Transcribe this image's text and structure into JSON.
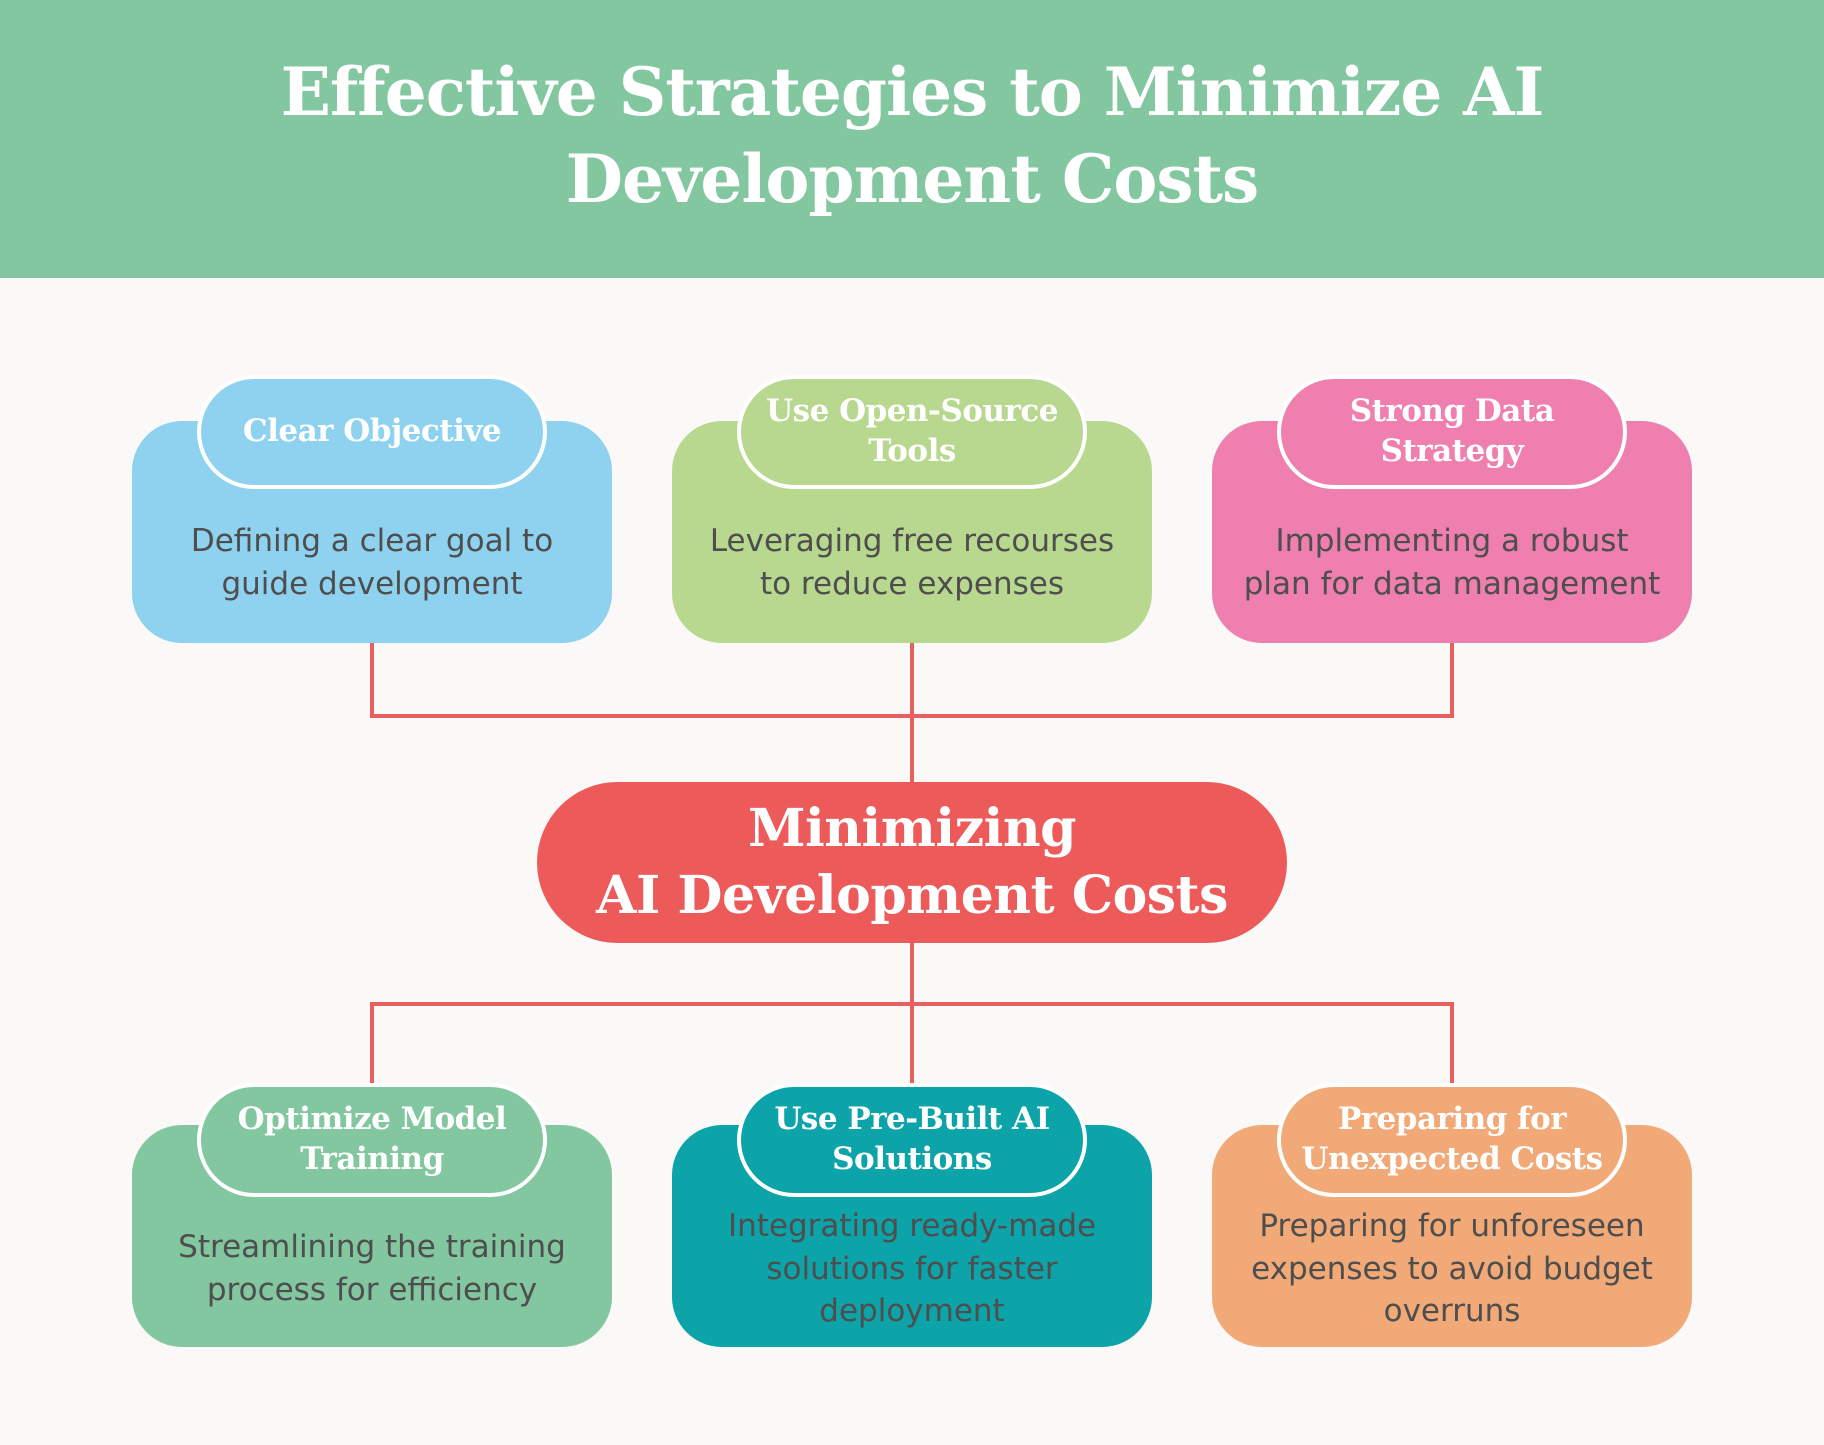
{
  "page": {
    "background": "#faf9f7",
    "desc_text_color": "#4e4e4e"
  },
  "header": {
    "band_color": "#83c7a1",
    "title_color": "#ffffff",
    "title_lines": [
      "Effective Strategies to Minimize AI",
      "Development Costs"
    ]
  },
  "connectors": {
    "color": "#e8605e"
  },
  "center_node": {
    "color": "#ed5a5a",
    "title_lines": [
      "Minimizing",
      "AI Development Costs"
    ]
  },
  "boxes": {
    "top": [
      {
        "name": "clear-objective",
        "color": "#8fd2ef",
        "title_lines": [
          "Clear Objective"
        ],
        "desc_lines": [
          "Defining a clear goal to",
          "guide development"
        ]
      },
      {
        "name": "use-open-source-tools",
        "color": "#b7d88e",
        "title_lines": [
          "Use Open-Source",
          "Tools"
        ],
        "desc_lines": [
          "Leveraging free recourses",
          "to reduce expenses"
        ]
      },
      {
        "name": "strong-data-strategy",
        "color": "#ef7fae",
        "title_lines": [
          "Strong Data Strategy"
        ],
        "desc_lines": [
          "Implementing a robust",
          "plan for data management"
        ]
      }
    ],
    "bottom": [
      {
        "name": "optimize-model-training",
        "color": "#82c7a0",
        "title_lines": [
          "Optimize Model",
          "Training"
        ],
        "desc_lines": [
          "Streamlining the training",
          "process for efficiency"
        ]
      },
      {
        "name": "use-pre-built-ai-solutions",
        "color": "#0ca3a9",
        "title_lines": [
          "Use Pre-Built AI",
          "Solutions"
        ],
        "desc_lines": [
          "Integrating ready-made",
          "solutions for faster",
          "deployment"
        ]
      },
      {
        "name": "plan-for-unexpected-costs",
        "color": "#f2a978",
        "title_lines": [
          "Preparing for",
          "Unexpected Costs"
        ],
        "desc_lines": [
          "Preparing for unforeseen",
          "expenses to avoid budget",
          "overruns"
        ]
      }
    ]
  }
}
